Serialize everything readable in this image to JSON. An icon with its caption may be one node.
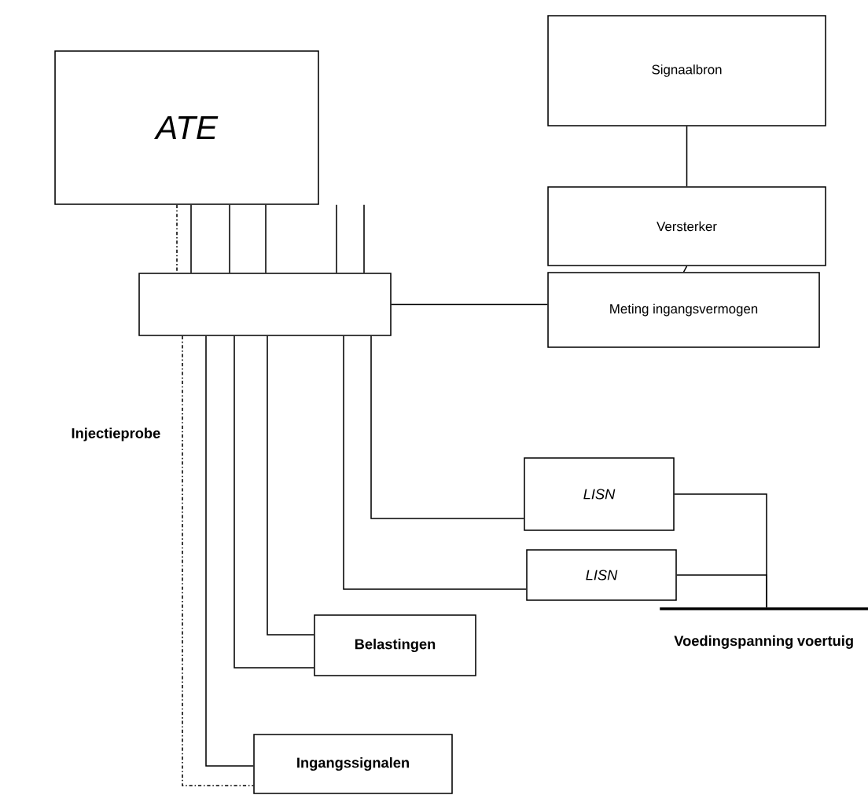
{
  "diagram": {
    "nodes": [
      {
        "text": [
          "ATE"
        ]
      },
      {
        "text": [
          "Signaalbron"
        ]
      },
      {
        "text": [
          "Versterker"
        ]
      },
      {
        "text": [
          "Meting ingangsvermogen"
        ]
      },
      {
        "text": [],
        "shape": "box"
      },
      {
        "text": [
          "LISN"
        ]
      },
      {
        "text": [
          "LISN"
        ]
      },
      {
        "text": [
          "Belastingen"
        ]
      },
      {
        "text": [
          "Ingangssignalen"
        ]
      },
      {
        "text": [],
        "shape": "bar",
        "beside": [
          "Voedingspanning voertuig"
        ]
      }
    ],
    "edges": [
      {
        "from": 1,
        "to": 2,
        "arrow": "none"
      },
      {
        "from": 2,
        "to": 3,
        "arrow": "none"
      },
      {
        "from": 4,
        "to": 3,
        "arrow": "none"
      },
      {
        "from": 0,
        "to": 4,
        "arrow": "none",
        "style": "dashed"
      },
      {
        "from": 0,
        "to": 4,
        "arrow": "none"
      },
      {
        "from": 0,
        "to": 4,
        "arrow": "none"
      },
      {
        "from": 0,
        "to": 4,
        "arrow": "none"
      },
      {
        "from": 0,
        "to": 4,
        "arrow": "none"
      },
      {
        "from": 0,
        "to": 4,
        "arrow": "none"
      },
      {
        "from": 4,
        "to": 8,
        "arrow": "none",
        "style": "dashed"
      },
      {
        "from": 4,
        "to": 8,
        "arrow": "none"
      },
      {
        "from": 4,
        "to": 7,
        "arrow": "none"
      },
      {
        "from": 4,
        "to": 7,
        "arrow": "none"
      },
      {
        "from": 4,
        "to": 6,
        "arrow": "none"
      },
      {
        "from": 4,
        "to": 5,
        "arrow": "none"
      },
      {
        "from": 5,
        "to": 9,
        "arrow": "none"
      },
      {
        "from": 6,
        "to": 9,
        "arrow": "none"
      }
    ],
    "labels": [
      "Injectieprobe"
    ]
  }
}
